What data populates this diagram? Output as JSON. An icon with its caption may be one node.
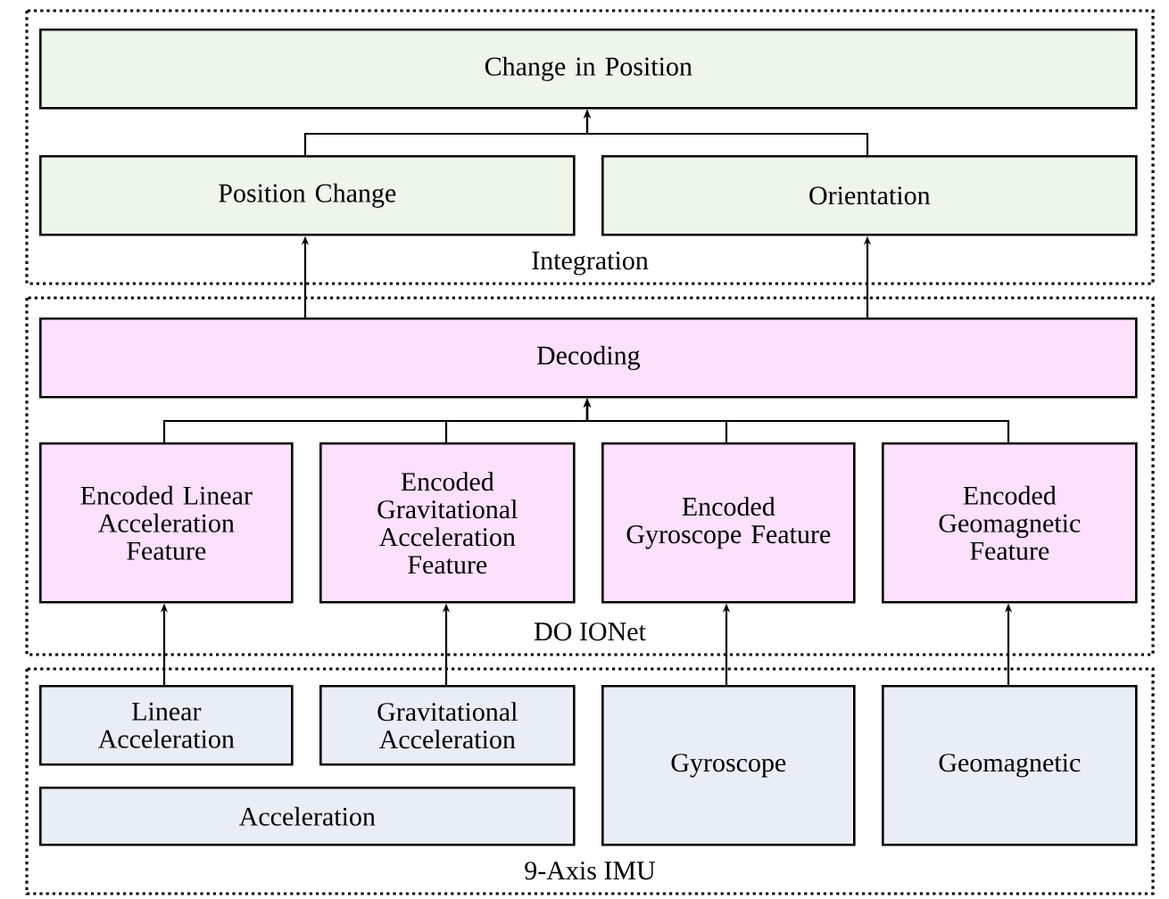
{
  "diagram": {
    "nodes": [
      {
        "text": [
          "Integration"
        ]
      },
      {
        "text": [
          "Change in Position"
        ],
        "in": 0
      },
      {
        "text": [
          "Position Change"
        ],
        "in": 0
      },
      {
        "text": [
          "Orientation"
        ],
        "in": 0
      },
      {
        "text": [
          "DO IONet"
        ]
      },
      {
        "text": [
          "Decoding"
        ],
        "in": 4
      },
      {
        "text": [
          "Encoded Linear Acceleration Feature"
        ],
        "in": 4
      },
      {
        "text": [
          "Encoded Gravitational Acceleration Feature"
        ],
        "in": 4
      },
      {
        "text": [
          "Encoded Gyroscope Feature"
        ],
        "in": 4
      },
      {
        "text": [
          "Encoded Geomagnetic Feature"
        ],
        "in": 4
      },
      {
        "text": [
          "9-Axis IMU"
        ]
      },
      {
        "text": [
          "Linear Acceleration"
        ],
        "in": 10
      },
      {
        "text": [
          "Gravitational Acceleration"
        ],
        "in": 10
      },
      {
        "text": [
          "Acceleration"
        ],
        "in": 10
      },
      {
        "text": [
          "Gyroscope"
        ],
        "in": 10
      },
      {
        "text": [
          "Geomagnetic"
        ],
        "in": 10
      }
    ],
    "edges": [
      {
        "from": 2,
        "to": 1,
        "arrow": "to"
      },
      {
        "from": 3,
        "to": 1,
        "arrow": "to"
      },
      {
        "from": 5,
        "to": 2,
        "arrow": "to"
      },
      {
        "from": 5,
        "to": 3,
        "arrow": "to"
      },
      {
        "from": 6,
        "to": 5,
        "arrow": "to"
      },
      {
        "from": 7,
        "to": 5,
        "arrow": "to"
      },
      {
        "from": 8,
        "to": 5,
        "arrow": "to"
      },
      {
        "from": 9,
        "to": 5,
        "arrow": "to"
      },
      {
        "from": 11,
        "to": 6,
        "arrow": "to"
      },
      {
        "from": 12,
        "to": 7,
        "arrow": "to"
      },
      {
        "from": 14,
        "to": 8,
        "arrow": "to"
      },
      {
        "from": 15,
        "to": 9,
        "arrow": "to"
      }
    ]
  }
}
